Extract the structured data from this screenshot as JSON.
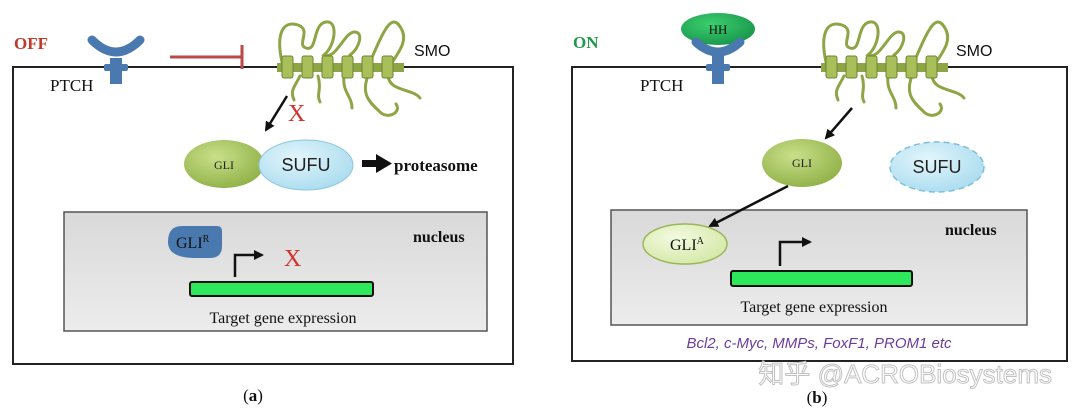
{
  "panels": {
    "a": {
      "state": "OFF",
      "receptor": "PTCH",
      "smo": "SMO",
      "inhibit_mark": "X",
      "gli": "GLI",
      "sufu": "SUFU",
      "proteasome": "proteasome",
      "gli_r_base": "GLI",
      "gli_r_sup": "R",
      "expression_mark": "X",
      "nucleus": "nucleus",
      "target": "Target gene expression",
      "caption": "(a)"
    },
    "b": {
      "state": "ON",
      "ligand": "HH",
      "receptor": "PTCH",
      "smo": "SMO",
      "gli": "GLI",
      "sufu": "SUFU",
      "gli_a_base": "GLI",
      "gli_a_sup": "A",
      "nucleus": "nucleus",
      "target": "Target gene expression",
      "genes": "Bcl2, c-Myc, MMPs, FoxF1, PROM1 etc",
      "caption": "(b)"
    }
  },
  "watermark": "知乎 @ACROBiosystems",
  "colors": {
    "off_red": "#c0392b",
    "on_green": "#1e9b4a",
    "ptch_blue": "#4a79b0",
    "smo_green": "#8ea545",
    "gli_green": "#9cbf4f",
    "sufu_blue": "#bfe4f2",
    "gene_bar": "#2ee85b",
    "gene_list_purple": "#6a3d9a",
    "inhibit_red": "#b94a48"
  }
}
